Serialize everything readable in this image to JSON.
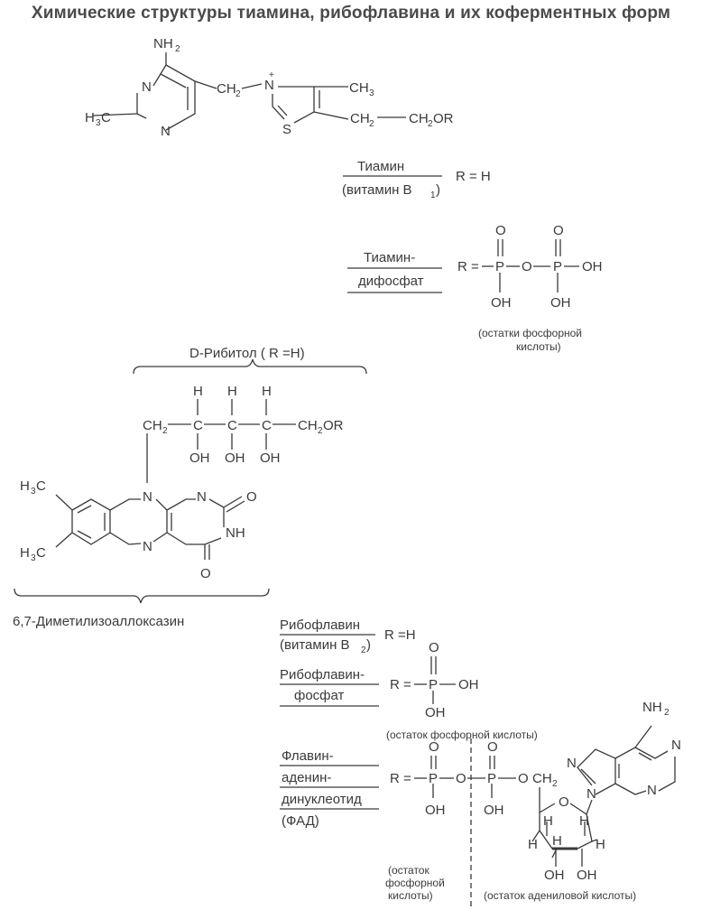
{
  "title": "Химические структуры тиамина, рибофлавина и их коферментных форм",
  "thiamine": {
    "name_top": "Тиамин",
    "name_bottom": "(витамин B",
    "subscript": "1",
    "r_group": "R = H"
  },
  "tdp": {
    "name_top": "Тиамин-",
    "name_bottom": "дифосфат",
    "caption_line1": "(остатки фосфорной",
    "caption_line2": "кислоты)"
  },
  "ribitol": {
    "label": "D-Рибитол ( R =H)"
  },
  "isoalloxazine": {
    "label": "6,7-Диметилизоаллоксазин"
  },
  "riboflavin": {
    "name_top": "Рибофлавин",
    "name_bottom": "(витамин B",
    "subscript": "2",
    "r_group": "R =H"
  },
  "fmn": {
    "name_top": "Рибофлавин-",
    "name_bottom": "фосфат",
    "caption": "(остаток фосфорной кислоты)"
  },
  "fad": {
    "name_line1": "Флавин-",
    "name_line2": "аденин-",
    "name_line3": "динуклеотид",
    "name_line4": "(ФАД)",
    "caption_left_line1": "(остаток",
    "caption_left_line2": "фосфорной",
    "caption_left_line3": "кислоты)",
    "caption_right": "(остаток адениловой кислоты)"
  },
  "colors": {
    "ink": "#3a3a3a",
    "background": "#ffffff"
  }
}
